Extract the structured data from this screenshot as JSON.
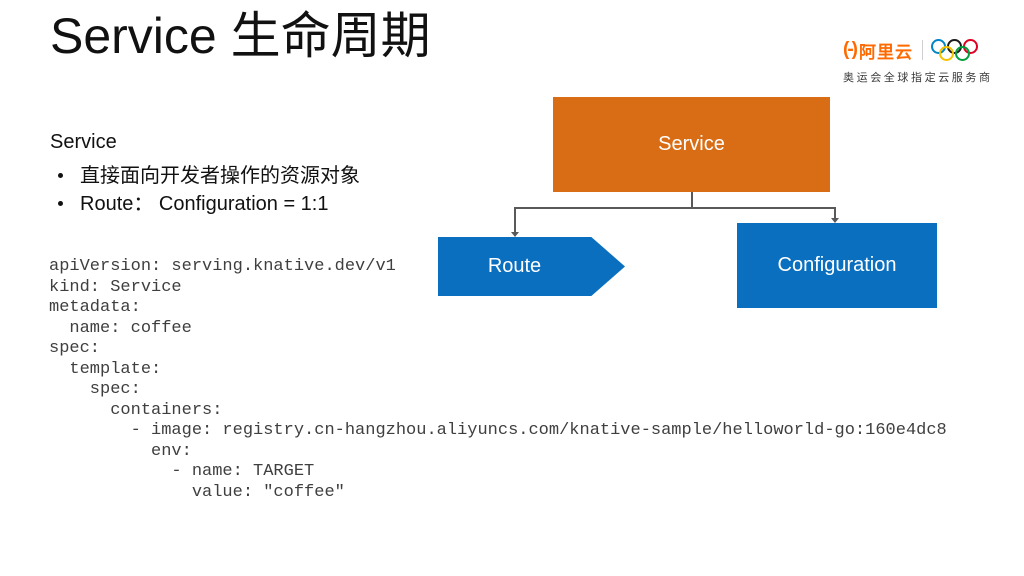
{
  "slide": {
    "title": "Service 生命周期"
  },
  "logo": {
    "mark": "(-)",
    "brand": "阿里云",
    "subtitle": "奥运会全球指定云服务商",
    "brand_color": "#FF6A00",
    "ring_colors": [
      "#0085C7",
      "#1a1a1a",
      "#DF0024",
      "#F4C300",
      "#009F3D"
    ]
  },
  "content": {
    "heading": "Service",
    "bullets": [
      "直接面向开发者操作的资源对象",
      "Route： Configuration = 1:1"
    ]
  },
  "code": {
    "lines": [
      "apiVersion: serving.knative.dev/v1",
      "kind: Service",
      "metadata:",
      "  name: coffee",
      "spec:",
      "  template:",
      "    spec:",
      "      containers:",
      "        - image: registry.cn-hangzhou.aliyuncs.com/knative-sample/helloworld-go:160e4dc8",
      "          env:",
      "            - name: TARGET",
      "              value: \"coffee\""
    ]
  },
  "diagram": {
    "service_label": "Service",
    "route_label": "Route",
    "configuration_label": "Configuration",
    "service_color": "#D96D15",
    "node_color": "#0B6FBF",
    "connector_color": "#58595b"
  }
}
